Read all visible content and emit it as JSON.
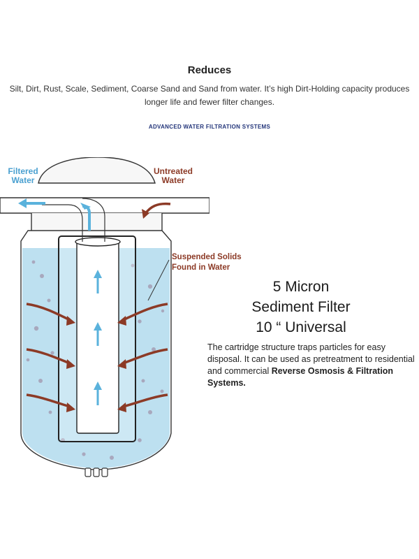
{
  "header": {
    "title": "Reduces",
    "subtitle": "Silt, Dirt, Rust, Scale, Sediment, Coarse Sand and Sand from water. It’s high Dirt-Holding capacity produces longer life and fewer filter changes.",
    "brand": "ADVANCED WATER FILTRATION SYSTEMS"
  },
  "diagram": {
    "filtered_label": [
      "Filtered",
      "Water"
    ],
    "untreated_label": [
      "Untreated",
      "Water"
    ],
    "solids_label": [
      "Suspended Solids",
      "Found in Water"
    ],
    "colors": {
      "water": "#bde0f0",
      "inflow_arrow": "#8c3a26",
      "outflow_arrow": "#5ab2dc",
      "outline": "#333333"
    }
  },
  "product": {
    "title_lines": [
      "5 Micron",
      "Sediment Filter",
      "10 “ Universal"
    ],
    "description_plain": "The cartridge structure traps particles for easy disposal. It can be used as pretreatment to residential and commercial",
    "description_bold": "Reverse Osmosis & Filtration Systems."
  }
}
